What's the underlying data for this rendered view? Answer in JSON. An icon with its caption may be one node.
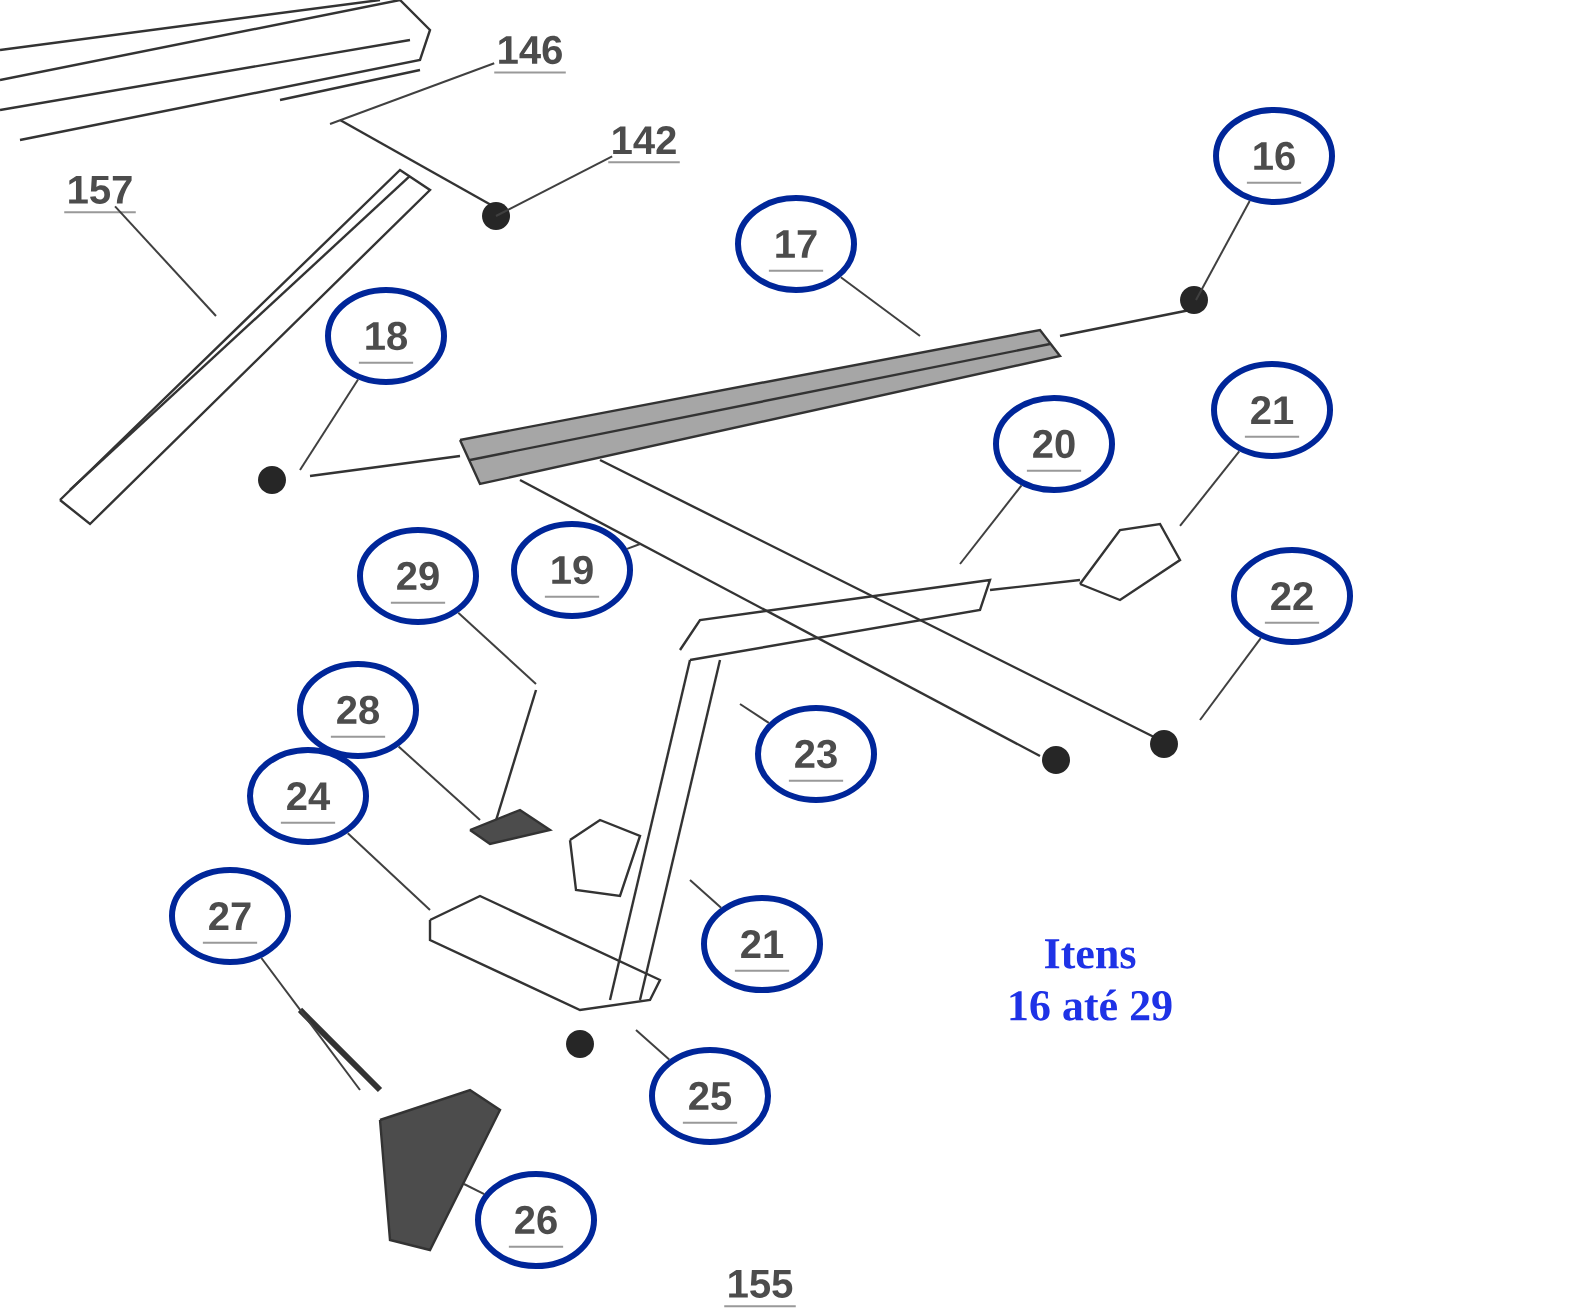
{
  "diagram": {
    "nodes": [
      {
        "text": [
          "146"
        ]
      },
      {
        "text": [
          "142"
        ]
      },
      {
        "text": [
          "157"
        ]
      },
      {
        "text": [
          "17"
        ]
      },
      {
        "text": [
          "16"
        ]
      },
      {
        "text": [
          "18"
        ]
      },
      {
        "text": [
          "21"
        ]
      },
      {
        "text": [
          "20"
        ]
      },
      {
        "text": [
          "29"
        ]
      },
      {
        "text": [
          "19"
        ]
      },
      {
        "text": [
          "22"
        ]
      },
      {
        "text": [
          "28"
        ]
      },
      {
        "text": [
          "23"
        ]
      },
      {
        "text": [
          "24"
        ]
      },
      {
        "text": [
          "27"
        ]
      },
      {
        "text": [
          "21"
        ]
      },
      {
        "text": [
          "25"
        ]
      },
      {
        "text": [
          "26"
        ]
      },
      {
        "text": [
          "155"
        ]
      }
    ],
    "edges": [
      {
        "from": 0,
        "to": null,
        "arrow": "none"
      },
      {
        "from": 1,
        "to": null,
        "arrow": "none"
      },
      {
        "from": 2,
        "to": null,
        "arrow": "none"
      },
      {
        "from": 3,
        "to": null,
        "arrow": "none"
      },
      {
        "from": 4,
        "to": null,
        "arrow": "none"
      },
      {
        "from": 5,
        "to": null,
        "arrow": "none"
      },
      {
        "from": 6,
        "to": null,
        "arrow": "none"
      },
      {
        "from": 7,
        "to": null,
        "arrow": "none"
      },
      {
        "from": 8,
        "to": null,
        "arrow": "none"
      },
      {
        "from": 9,
        "to": null,
        "arrow": "none"
      },
      {
        "from": 10,
        "to": null,
        "arrow": "none"
      },
      {
        "from": 11,
        "to": null,
        "arrow": "none"
      },
      {
        "from": 12,
        "to": null,
        "arrow": "none"
      },
      {
        "from": 13,
        "to": null,
        "arrow": "none"
      },
      {
        "from": 14,
        "to": null,
        "arrow": "none"
      },
      {
        "from": 15,
        "to": null,
        "arrow": "none"
      },
      {
        "from": 16,
        "to": null,
        "arrow": "none"
      },
      {
        "from": 17,
        "to": null,
        "arrow": "none"
      }
    ],
    "labels": [
      "Itens 16 até 29"
    ]
  }
}
